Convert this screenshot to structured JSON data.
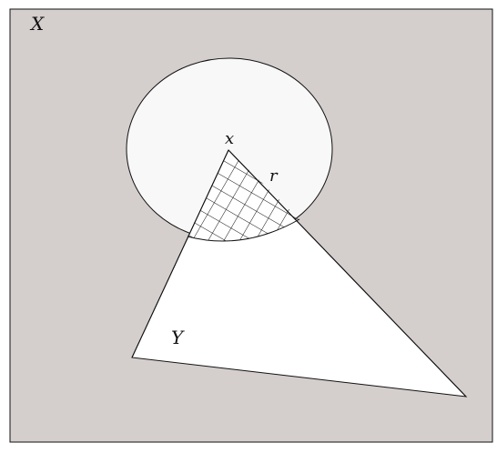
{
  "labels": {
    "space": "X",
    "region": "Y",
    "center": "x",
    "radius": "r"
  },
  "colors": {
    "background": "#d4cecd",
    "circle_fill": "#f8f8f8",
    "triangle_fill": "#ffffff",
    "stroke": "#111111",
    "hatch": "#111111"
  }
}
